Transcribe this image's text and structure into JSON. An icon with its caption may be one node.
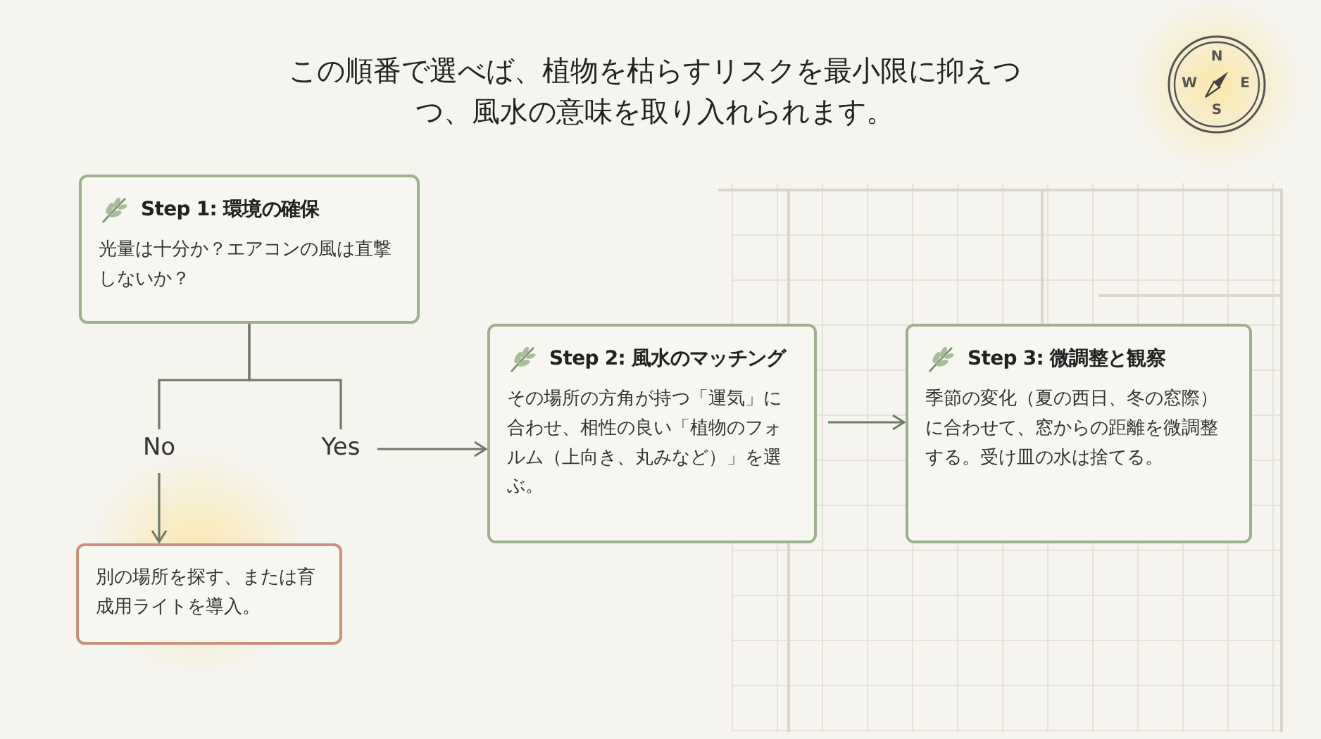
{
  "diagram": {
    "title": "この順番で選べば、植物を枯らすリスクを最小限に抑えつつ、風水の意味を取り入れられます。",
    "nodes": [
      {
        "text": [
          "Step 1: 環境の確保",
          "光量は十分か？エアコンの風は直撃しないか？"
        ]
      },
      {
        "text": [
          "No"
        ]
      },
      {
        "text": [
          "Yes"
        ]
      },
      {
        "text": [
          "Step 2: 風水のマッチング",
          "その場所の方角が持つ「運気」に合わせ、相性の良い「植物のフォルム（上向き、丸みなど）」を選ぶ。"
        ]
      },
      {
        "text": [
          "Step 3: 微調整と観察",
          "季節の変化（夏の西日、冬の窓際）に合わせて、窓からの距離を微調整する。受け皿の水は捨てる。"
        ]
      },
      {
        "text": [
          "別の場所を探す、または育成用ライトを導入。"
        ]
      }
    ],
    "edges": [
      {
        "from": 0,
        "to": 1,
        "arrow": "none"
      },
      {
        "from": 0,
        "to": 2,
        "arrow": "none"
      },
      {
        "from": 1,
        "to": 5,
        "arrow": "to"
      },
      {
        "from": 2,
        "to": 3,
        "arrow": "to"
      },
      {
        "from": 3,
        "to": 4,
        "arrow": "to"
      }
    ],
    "labels": [
      "N",
      "E",
      "S",
      "W"
    ]
  }
}
